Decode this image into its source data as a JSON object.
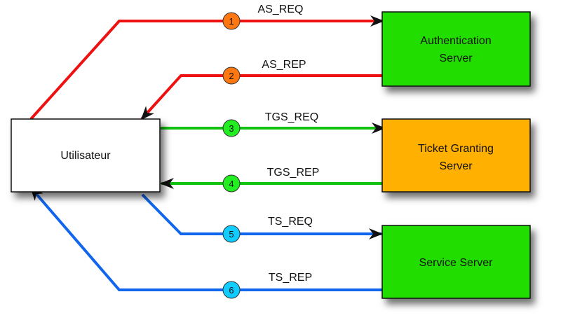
{
  "nodes": {
    "user": {
      "label_lines": [
        "Utilisateur"
      ],
      "fill": "#ffffff"
    },
    "as": {
      "label_lines": [
        "Authentication",
        "Server"
      ],
      "fill": "#22dd00"
    },
    "tgs": {
      "label_lines": [
        "Ticket Granting",
        "Server"
      ],
      "fill": "#ffb000"
    },
    "ss": {
      "label_lines": [
        "Service Server"
      ],
      "fill": "#22dd00"
    }
  },
  "messages": [
    {
      "step": "1",
      "label": "AS_REQ",
      "color": "#ee1111",
      "badge": "#ff7711"
    },
    {
      "step": "2",
      "label": "AS_REP",
      "color": "#ee1111",
      "badge": "#ff7711"
    },
    {
      "step": "3",
      "label": "TGS_REQ",
      "color": "#11c211",
      "badge": "#22ee22"
    },
    {
      "step": "4",
      "label": "TGS_REP",
      "color": "#11c211",
      "badge": "#22ee22"
    },
    {
      "step": "5",
      "label": "TS_REQ",
      "color": "#1166ee",
      "badge": "#11ccff"
    },
    {
      "step": "6",
      "label": "TS_REP",
      "color": "#1166ee",
      "badge": "#11ccff"
    }
  ]
}
